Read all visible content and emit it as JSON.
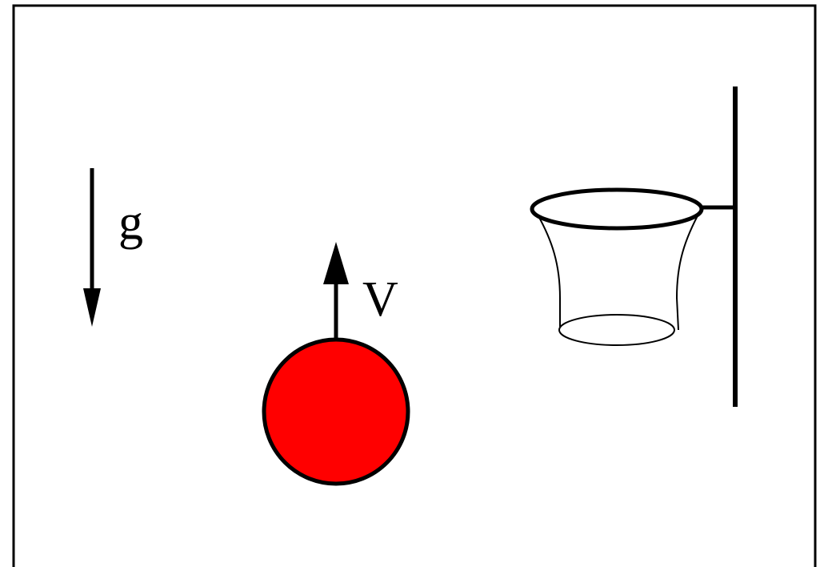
{
  "labels": {
    "gravity": "g",
    "velocity": "V"
  },
  "colors": {
    "ball": "#ff0000",
    "ink": "#000000",
    "background": "#ffffff"
  },
  "elements": {
    "ball": "red-ball",
    "hoop": "basketball-hoop-with-net",
    "backboard": "vertical-backboard-pole",
    "gravity_arrow": "downward-arrow",
    "velocity_arrow": "upward-arrow"
  }
}
